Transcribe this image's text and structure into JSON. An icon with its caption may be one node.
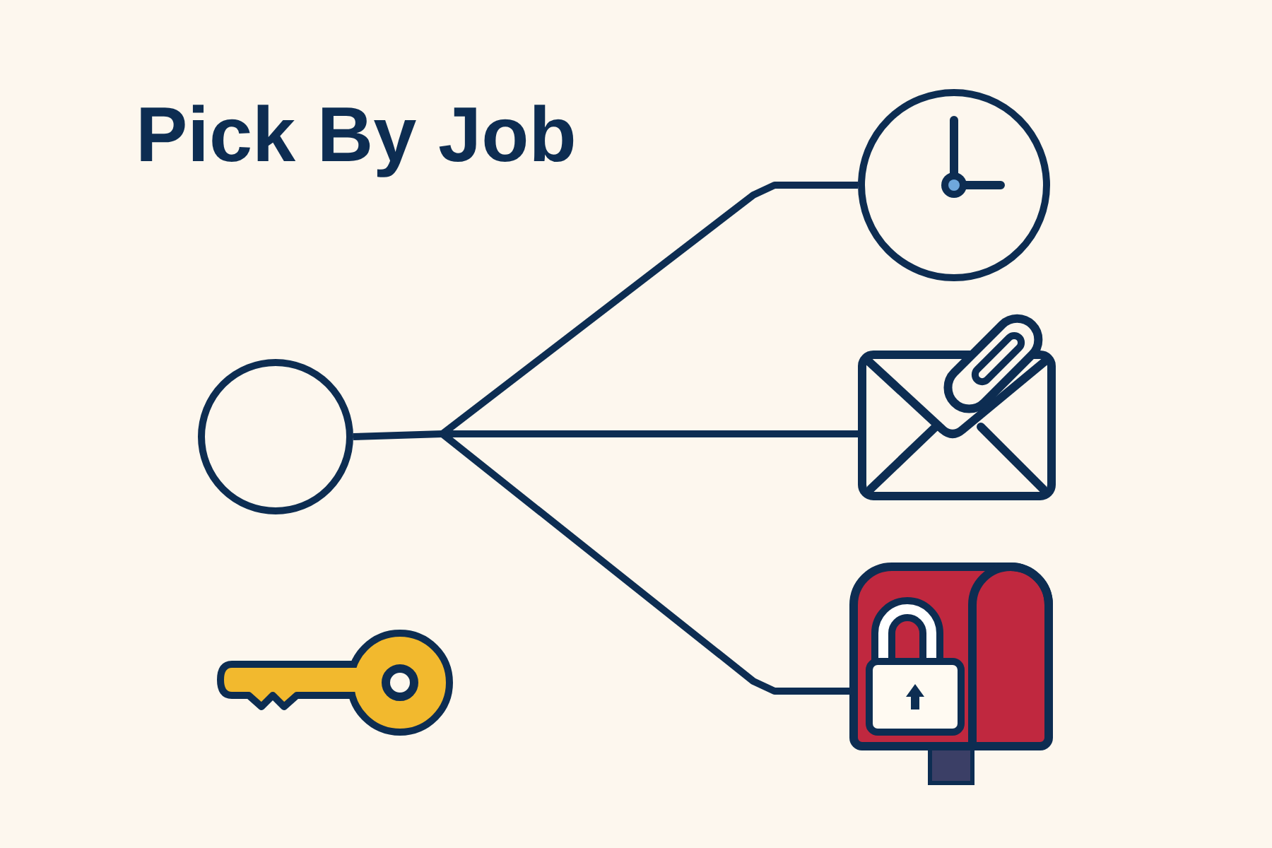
{
  "diagram": {
    "title": "Pick By Job",
    "nodes": [
      {
        "text": [],
        "shape": "circle"
      },
      {
        "text": [],
        "shape": "picture"
      },
      {
        "text": [],
        "shape": "picture"
      },
      {
        "text": [],
        "shape": "picture"
      }
    ],
    "edges": [
      {
        "from": 0,
        "to": 1,
        "arrow": "none"
      },
      {
        "from": 0,
        "to": 2,
        "arrow": "none"
      },
      {
        "from": 0,
        "to": 3,
        "arrow": "none"
      }
    ]
  }
}
